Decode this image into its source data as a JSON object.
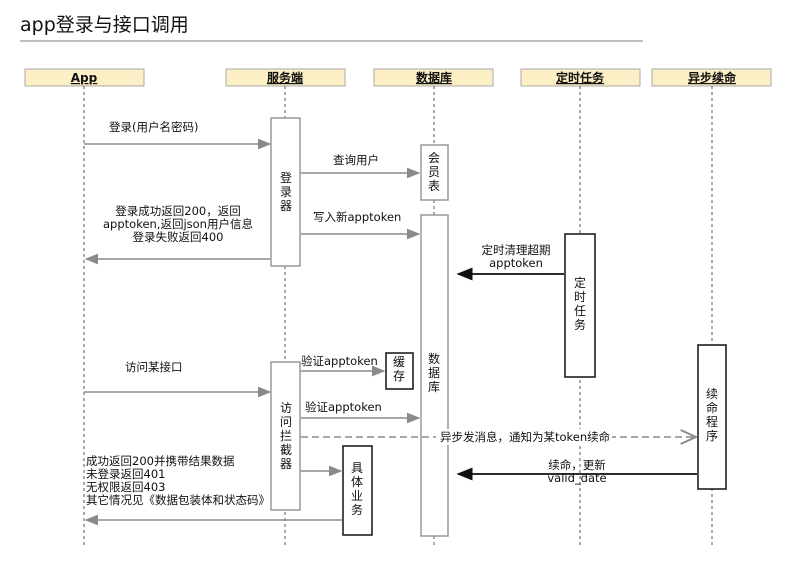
{
  "title": "app登录与接口调用",
  "lanes": [
    "App",
    "服务端",
    "数据库",
    "定时任务",
    "异步续命"
  ],
  "activations": {
    "login": "登录器",
    "member_table": "会员表",
    "database": "数据库",
    "cache": "缓存",
    "interceptor": "访问拦截器",
    "business": "具体业务",
    "timer": "定时任务",
    "renew": "续命程序"
  },
  "messages": {
    "login_request": "登录(用户名密码)",
    "query_user": "查询用户",
    "login_response": [
      "登录成功返回200，返回",
      "apptoken,返回json用户信息",
      "登录失败返回400"
    ],
    "write_token": "写入新apptoken",
    "cleanup": [
      "定时清理超期",
      "apptoken"
    ],
    "access_api": "访问某接口",
    "verify_cache": "验证apptoken",
    "verify_db": "验证apptoken",
    "async_notify": "异步发消息，通知为某token续命",
    "renew_update": [
      "续命，更新",
      "valid_date"
    ],
    "api_response": [
      "成功返回200并携带结果数据",
      "未登录返回401",
      "无权限返回403",
      "其它情况见《数据包装体和状态码》"
    ]
  }
}
